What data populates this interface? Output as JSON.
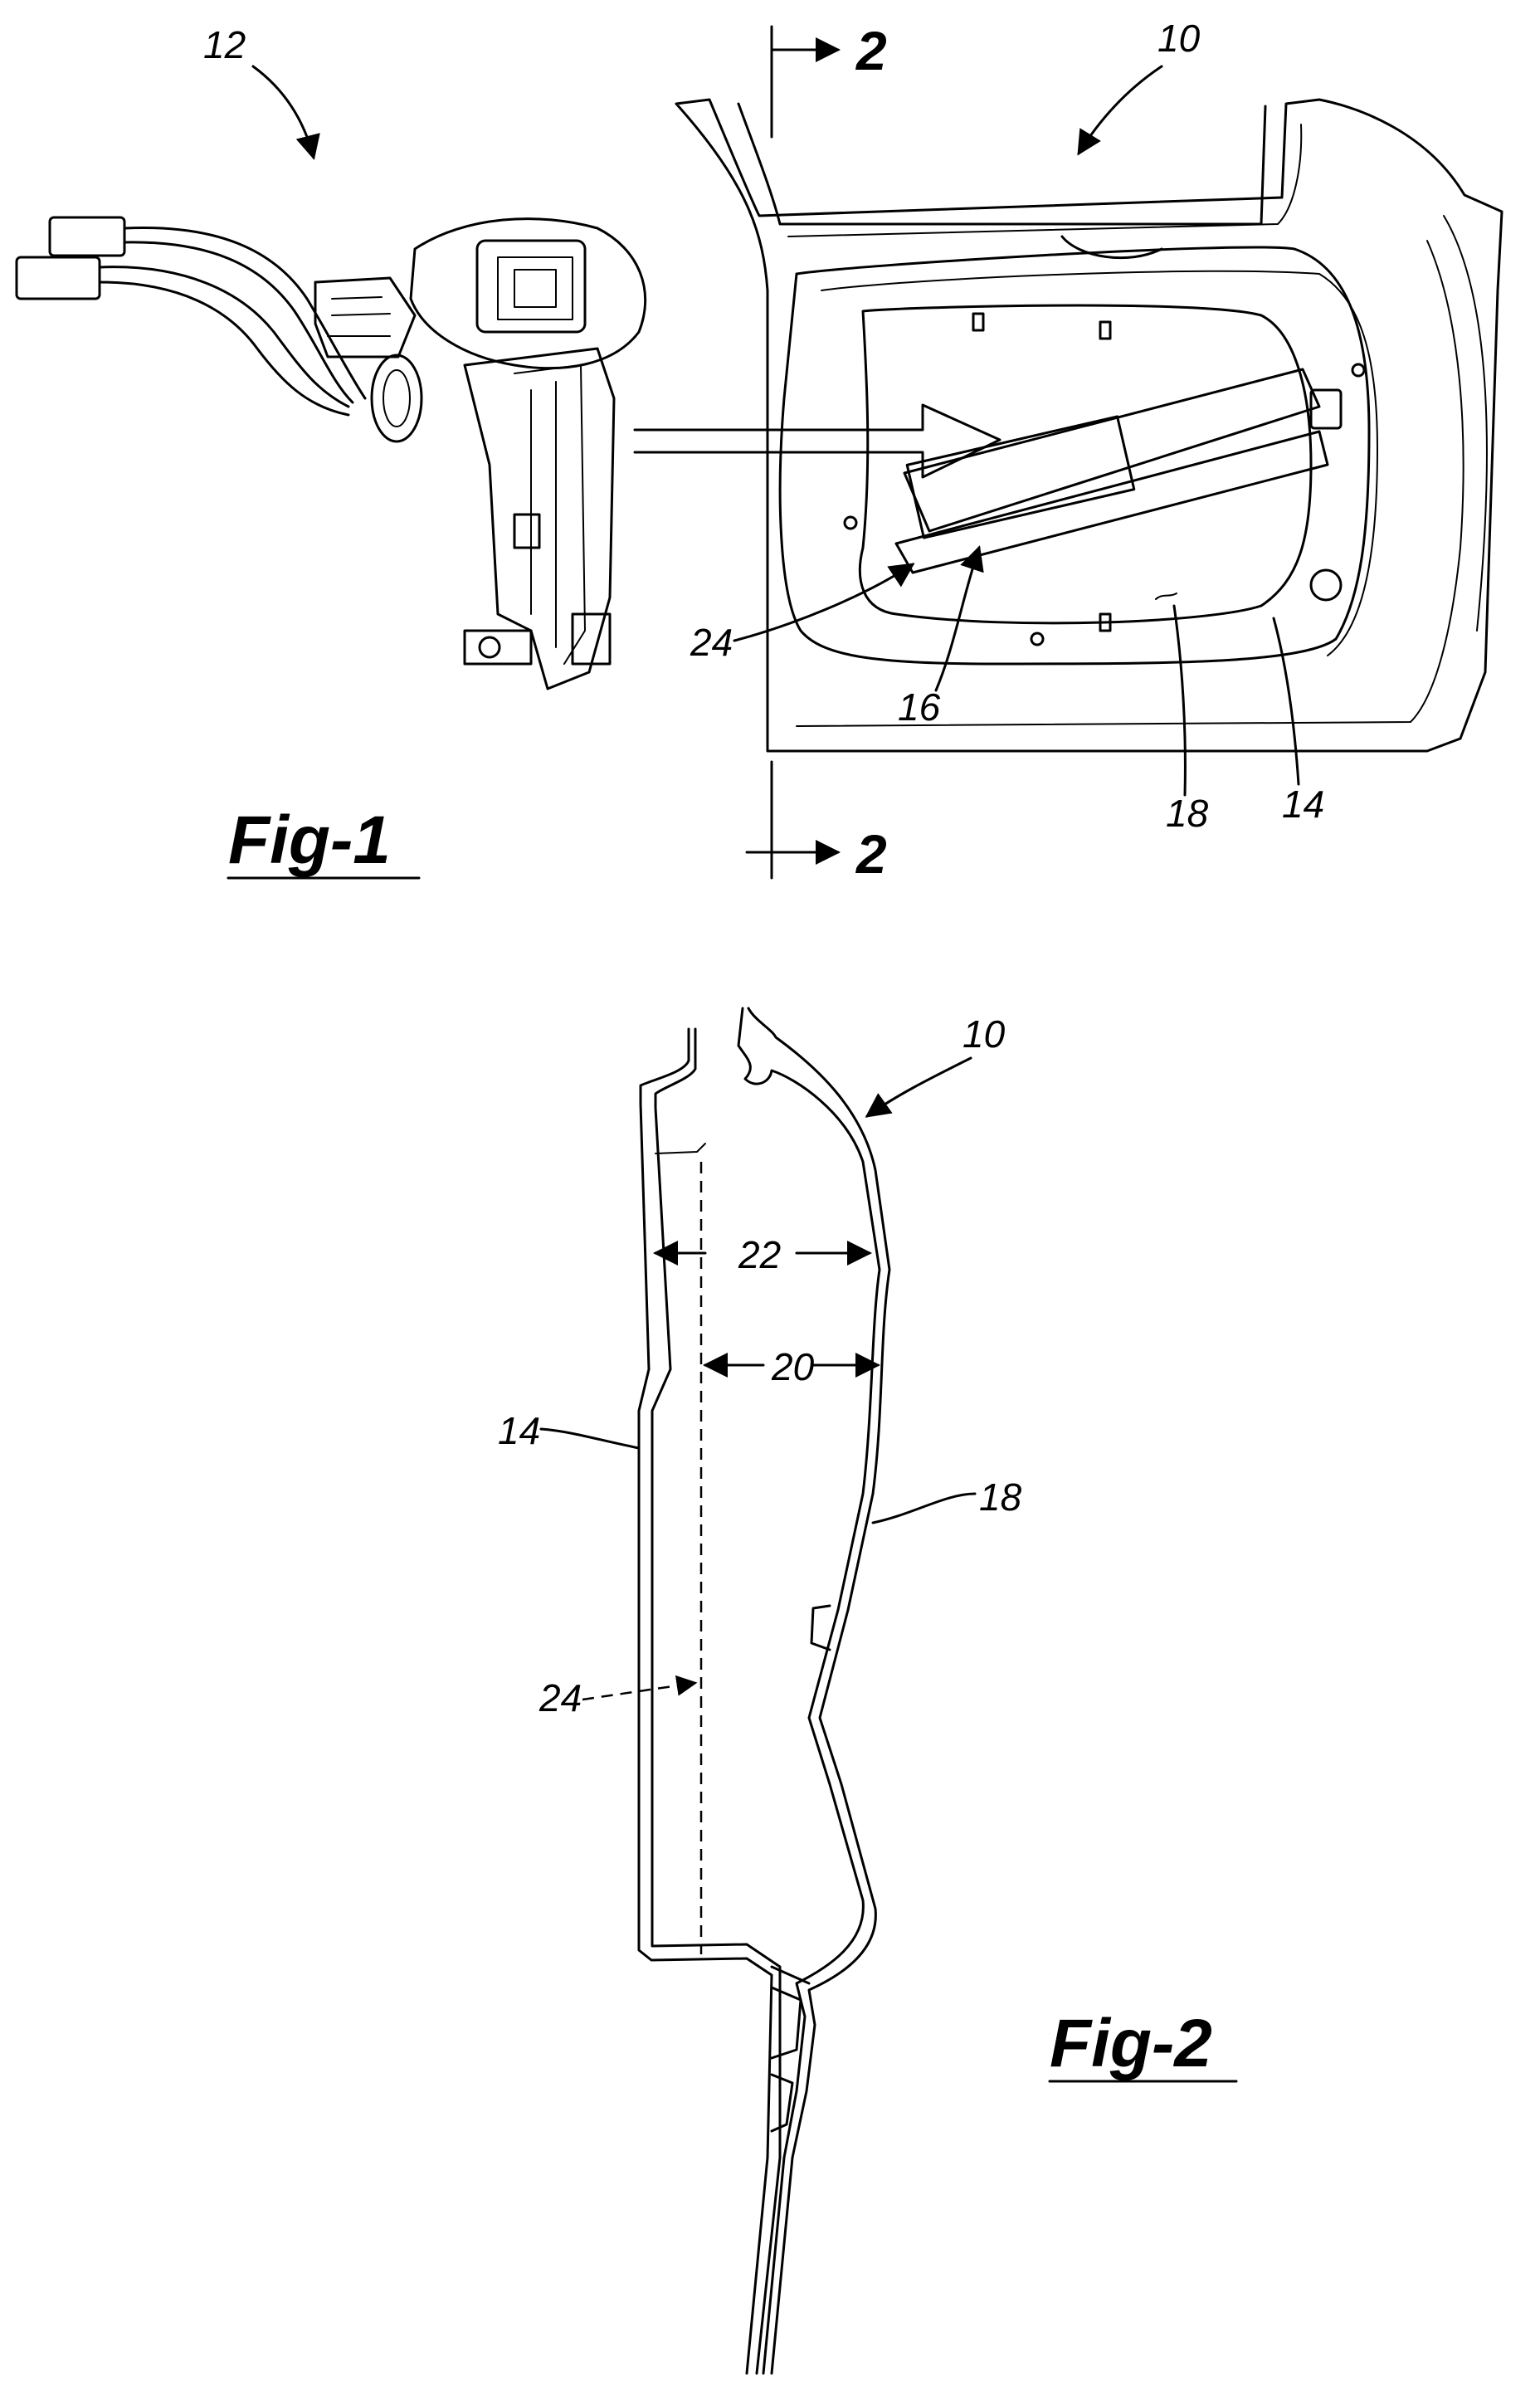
{
  "fig1": {
    "caption": "Fig-1",
    "labels": {
      "module": "12",
      "door": "10",
      "section_top": "2",
      "section_bottom": "2",
      "ref_24": "24",
      "ref_16": "16",
      "ref_18": "18",
      "ref_14": "14"
    }
  },
  "fig2": {
    "caption": "Fig-2",
    "labels": {
      "door": "10",
      "ref_22": "22",
      "ref_20": "20",
      "ref_14": "14",
      "ref_18": "18",
      "ref_24": "24"
    }
  }
}
